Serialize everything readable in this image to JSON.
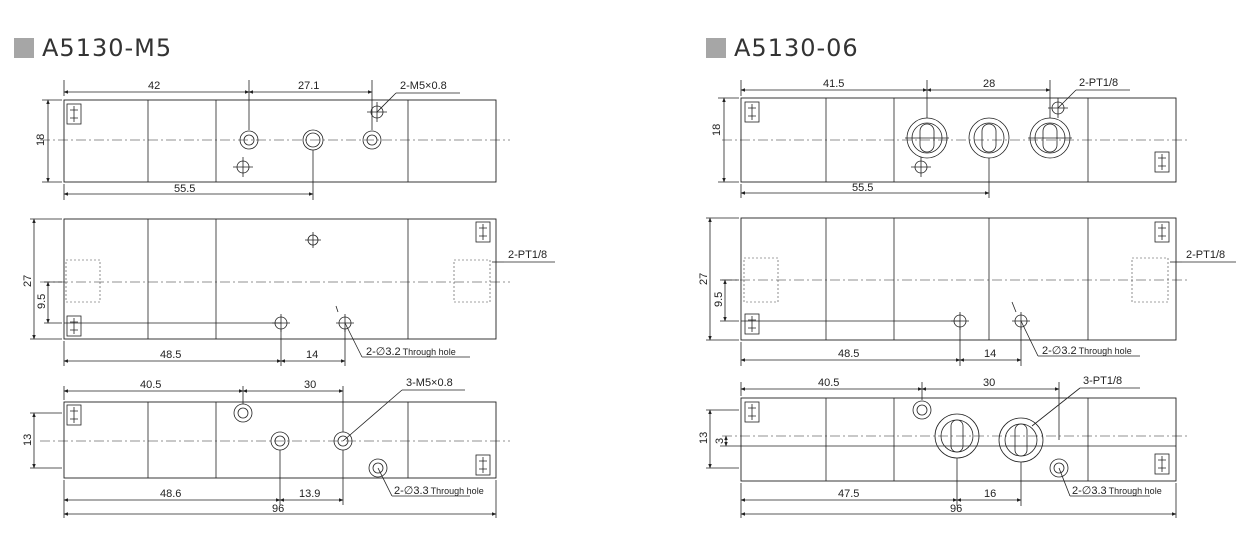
{
  "left": {
    "title": "A5130-M5",
    "top": {
      "d42": "42",
      "d27": "27.1",
      "port": "2-M5×0.8",
      "d18": "18",
      "d55": "55.5"
    },
    "mid": {
      "d27": "27",
      "d9": "9.5",
      "port": "2-PT1/8",
      "d48": "48.5",
      "d14": "14",
      "hole": "2-∅3.2",
      "hole_note": "Through hole"
    },
    "bot": {
      "d40": "40.5",
      "d30": "30",
      "port": "3-M5×0.8",
      "d13": "13",
      "d48": "48.6",
      "d13b": "13.9",
      "hole": "2-∅3.3",
      "hole_note": "Through hole",
      "d96": "96"
    }
  },
  "right": {
    "title": "A5130-06",
    "top": {
      "d41": "41.5",
      "d28": "28",
      "port": "2-PT1/8",
      "d18": "18",
      "d55": "55.5"
    },
    "mid": {
      "d27": "27",
      "d9": "9.5",
      "port": "2-PT1/8",
      "d48": "48.5",
      "d14": "14",
      "hole": "2-∅3.2",
      "hole_note": "Through hole"
    },
    "bot": {
      "d40": "40.5",
      "d30": "30",
      "port": "3-PT1/8",
      "d13": "13",
      "d3": "3",
      "d47": "47.5",
      "d16": "16",
      "hole": "2-∅3.3",
      "hole_note": "Through hole",
      "d96": "96"
    }
  },
  "colors": {
    "line": "#222222",
    "title_square": "#a6a6a6"
  }
}
